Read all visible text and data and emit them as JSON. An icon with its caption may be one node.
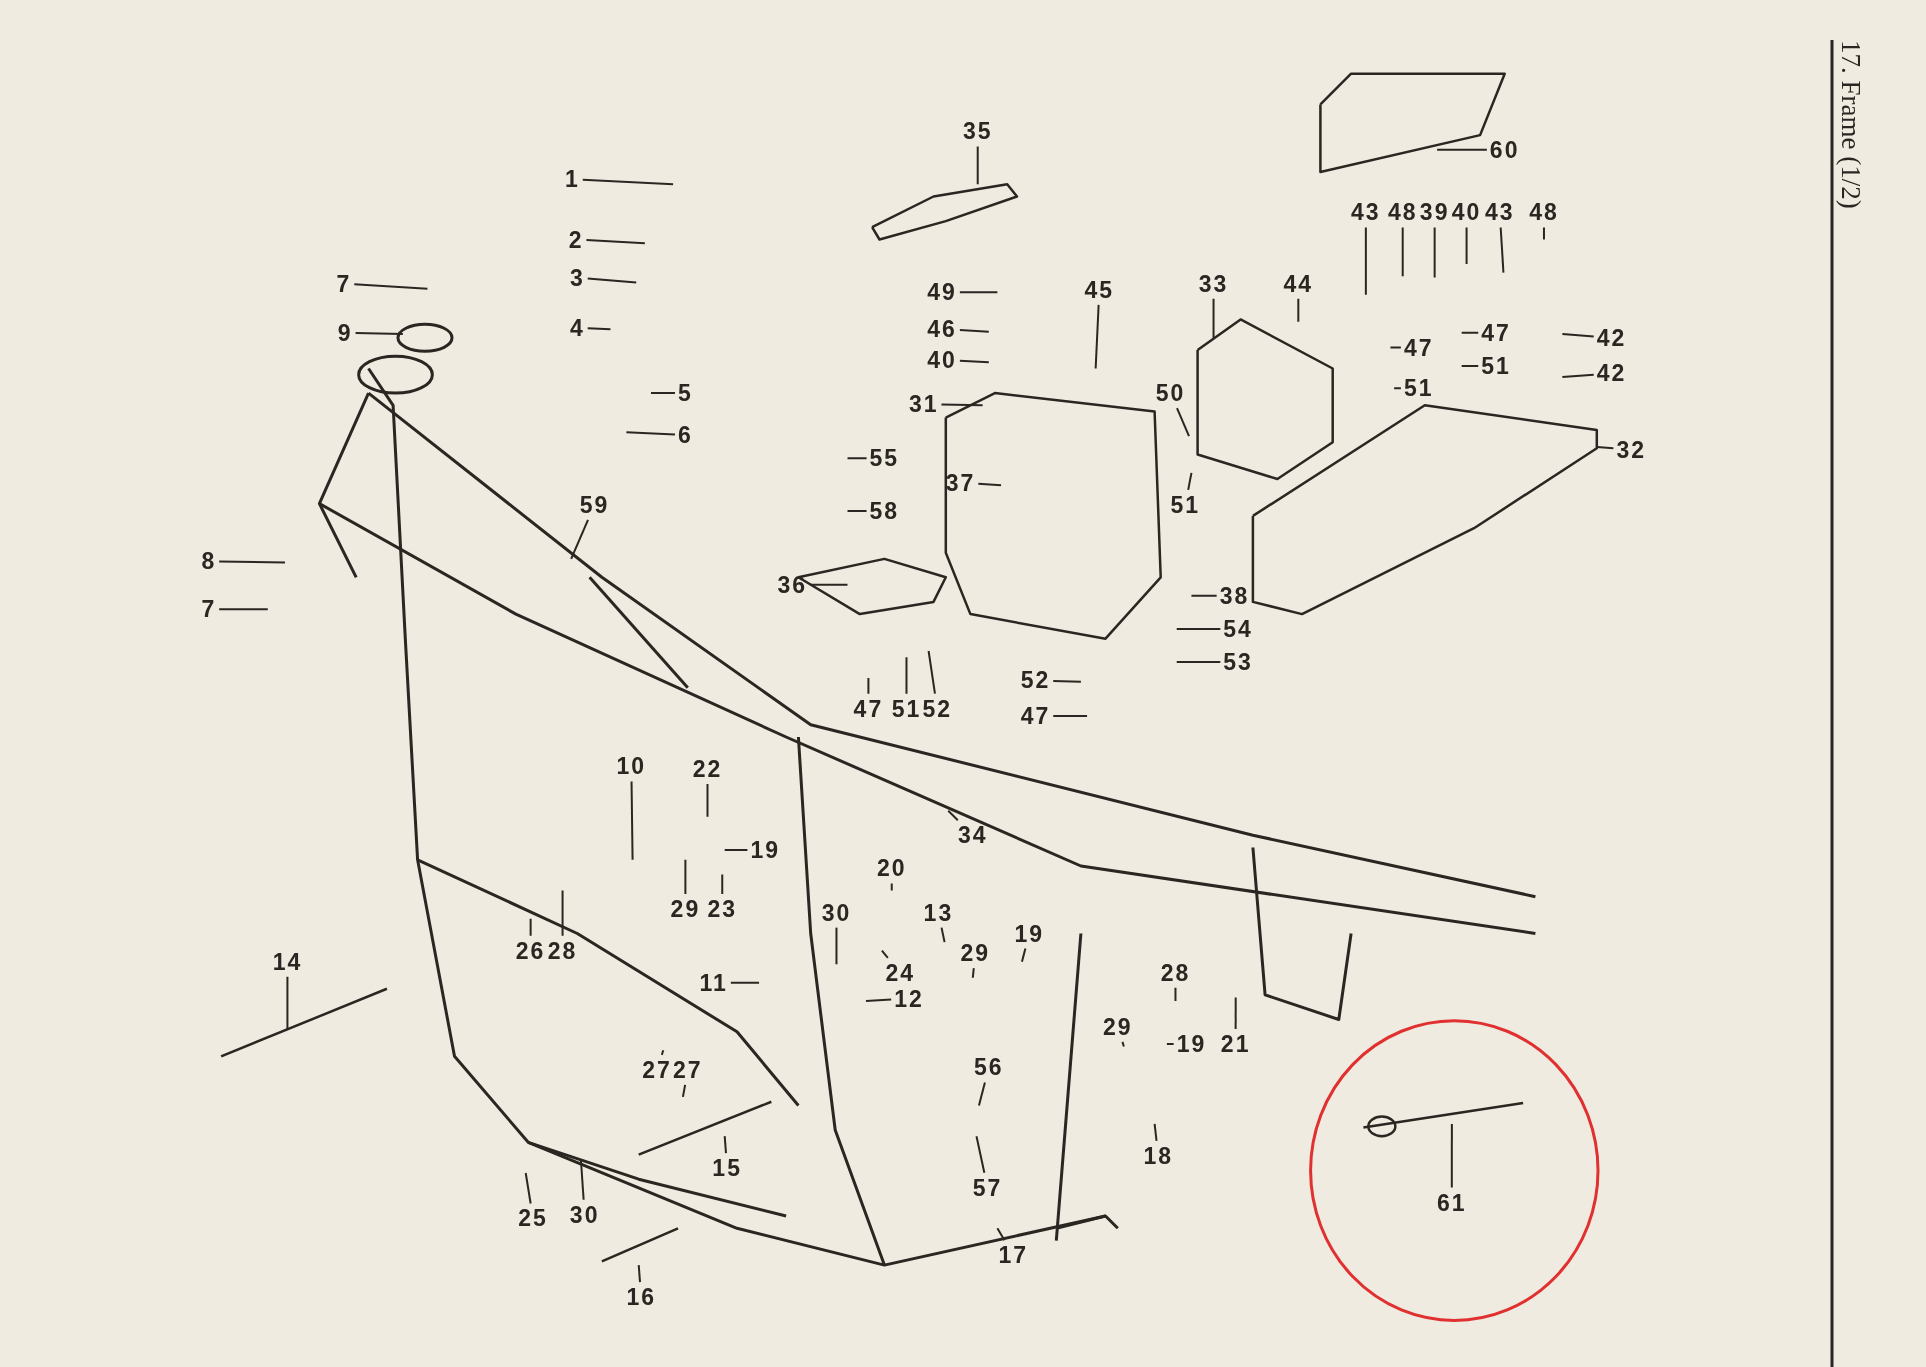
{
  "diagram": {
    "title": "17. Frame (1/2)",
    "nodes": [
      {
        "text": [
          "1"
        ]
      },
      {
        "text": [
          "2"
        ]
      },
      {
        "text": [
          "3"
        ]
      },
      {
        "text": [
          "4"
        ]
      },
      {
        "text": [
          "5"
        ]
      },
      {
        "text": [
          "6"
        ]
      },
      {
        "text": [
          "7"
        ]
      },
      {
        "text": [
          "9"
        ]
      },
      {
        "text": [
          "59"
        ]
      },
      {
        "text": [
          "8"
        ]
      },
      {
        "text": [
          "7"
        ]
      },
      {
        "text": [
          "35"
        ]
      },
      {
        "text": [
          "49"
        ]
      },
      {
        "text": [
          "46"
        ]
      },
      {
        "text": [
          "40"
        ]
      },
      {
        "text": [
          "45"
        ]
      },
      {
        "text": [
          "33"
        ]
      },
      {
        "text": [
          "31"
        ]
      },
      {
        "text": [
          "55"
        ]
      },
      {
        "text": [
          "58"
        ]
      },
      {
        "text": [
          "37"
        ]
      },
      {
        "text": [
          "36"
        ]
      },
      {
        "text": [
          "50"
        ]
      },
      {
        "text": [
          "51"
        ]
      },
      {
        "text": [
          "44"
        ]
      },
      {
        "text": [
          "43"
        ]
      },
      {
        "text": [
          "48"
        ]
      },
      {
        "text": [
          "39"
        ]
      },
      {
        "text": [
          "40"
        ]
      },
      {
        "text": [
          "43"
        ]
      },
      {
        "text": [
          "48"
        ]
      },
      {
        "text": [
          "47"
        ]
      },
      {
        "text": [
          "51"
        ]
      },
      {
        "text": [
          "47"
        ]
      },
      {
        "text": [
          "51"
        ]
      },
      {
        "text": [
          "42"
        ]
      },
      {
        "text": [
          "42"
        ]
      },
      {
        "text": [
          "32"
        ]
      },
      {
        "text": [
          "60"
        ]
      },
      {
        "text": [
          "38"
        ]
      },
      {
        "text": [
          "54"
        ]
      },
      {
        "text": [
          "53"
        ]
      },
      {
        "text": [
          "52"
        ]
      },
      {
        "text": [
          "47"
        ]
      },
      {
        "text": [
          "47"
        ]
      },
      {
        "text": [
          "51"
        ]
      },
      {
        "text": [
          "52"
        ]
      },
      {
        "text": [
          "10"
        ]
      },
      {
        "text": [
          "22"
        ]
      },
      {
        "text": [
          "19"
        ]
      },
      {
        "text": [
          "26"
        ]
      },
      {
        "text": [
          "28"
        ]
      },
      {
        "text": [
          "29"
        ]
      },
      {
        "text": [
          "23"
        ]
      },
      {
        "text": [
          "34"
        ]
      },
      {
        "text": [
          "20"
        ]
      },
      {
        "text": [
          "30"
        ]
      },
      {
        "text": [
          "13"
        ]
      },
      {
        "text": [
          "24"
        ]
      },
      {
        "text": [
          "29"
        ]
      },
      {
        "text": [
          "19"
        ]
      },
      {
        "text": [
          "11"
        ]
      },
      {
        "text": [
          "12"
        ]
      },
      {
        "text": [
          "28"
        ]
      },
      {
        "text": [
          "29"
        ]
      },
      {
        "text": [
          "19"
        ]
      },
      {
        "text": [
          "21"
        ]
      },
      {
        "text": [
          "14"
        ]
      },
      {
        "text": [
          "27"
        ]
      },
      {
        "text": [
          "27"
        ]
      },
      {
        "text": [
          "56"
        ]
      },
      {
        "text": [
          "18"
        ]
      },
      {
        "text": [
          "57"
        ]
      },
      {
        "text": [
          "17"
        ]
      },
      {
        "text": [
          "15"
        ]
      },
      {
        "text": [
          "25"
        ]
      },
      {
        "text": [
          "30"
        ]
      },
      {
        "text": [
          "16"
        ]
      },
      {
        "text": [
          "61"
        ]
      }
    ],
    "edges": [
      {
        "from": 0,
        "to": null,
        "arrow": "none"
      },
      {
        "from": 1,
        "to": null,
        "arrow": "none"
      },
      {
        "from": 2,
        "to": null,
        "arrow": "none"
      },
      {
        "from": 3,
        "to": null,
        "arrow": "none"
      },
      {
        "from": 4,
        "to": null,
        "arrow": "none"
      },
      {
        "from": 5,
        "to": null,
        "arrow": "none"
      },
      {
        "from": 6,
        "to": null,
        "arrow": "none"
      },
      {
        "from": 7,
        "to": null,
        "arrow": "none"
      },
      {
        "from": 8,
        "to": null,
        "arrow": "none"
      },
      {
        "from": 9,
        "to": null,
        "arrow": "none"
      },
      {
        "from": 10,
        "to": null,
        "arrow": "none"
      },
      {
        "from": 11,
        "to": null,
        "arrow": "none"
      },
      {
        "from": 12,
        "to": null,
        "arrow": "none"
      },
      {
        "from": 13,
        "to": null,
        "arrow": "none"
      },
      {
        "from": 14,
        "to": null,
        "arrow": "none"
      },
      {
        "from": 15,
        "to": null,
        "arrow": "none"
      },
      {
        "from": 16,
        "to": null,
        "arrow": "none"
      },
      {
        "from": 17,
        "to": null,
        "arrow": "none"
      },
      {
        "from": 18,
        "to": null,
        "arrow": "none"
      },
      {
        "from": 19,
        "to": null,
        "arrow": "none"
      },
      {
        "from": 20,
        "to": null,
        "arrow": "none"
      },
      {
        "from": 21,
        "to": null,
        "arrow": "none"
      },
      {
        "from": 22,
        "to": null,
        "arrow": "none"
      },
      {
        "from": 23,
        "to": null,
        "arrow": "none"
      },
      {
        "from": 24,
        "to": null,
        "arrow": "none"
      },
      {
        "from": 25,
        "to": null,
        "arrow": "none"
      },
      {
        "from": 26,
        "to": null,
        "arrow": "none"
      },
      {
        "from": 27,
        "to": null,
        "arrow": "none"
      },
      {
        "from": 28,
        "to": null,
        "arrow": "none"
      },
      {
        "from": 29,
        "to": null,
        "arrow": "none"
      },
      {
        "from": 30,
        "to": null,
        "arrow": "none"
      },
      {
        "from": 31,
        "to": null,
        "arrow": "none"
      },
      {
        "from": 32,
        "to": null,
        "arrow": "none"
      },
      {
        "from": 33,
        "to": null,
        "arrow": "none"
      },
      {
        "from": 34,
        "to": null,
        "arrow": "none"
      },
      {
        "from": 35,
        "to": null,
        "arrow": "none"
      },
      {
        "from": 36,
        "to": null,
        "arrow": "none"
      },
      {
        "from": 37,
        "to": null,
        "arrow": "none"
      },
      {
        "from": 38,
        "to": null,
        "arrow": "none"
      },
      {
        "from": 39,
        "to": null,
        "arrow": "none"
      },
      {
        "from": 40,
        "to": null,
        "arrow": "none"
      },
      {
        "from": 41,
        "to": null,
        "arrow": "none"
      },
      {
        "from": 42,
        "to": null,
        "arrow": "none"
      },
      {
        "from": 43,
        "to": null,
        "arrow": "none"
      },
      {
        "from": 44,
        "to": null,
        "arrow": "none"
      },
      {
        "from": 45,
        "to": null,
        "arrow": "none"
      },
      {
        "from": 46,
        "to": null,
        "arrow": "none"
      },
      {
        "from": 47,
        "to": null,
        "arrow": "none"
      },
      {
        "from": 48,
        "to": null,
        "arrow": "none"
      },
      {
        "from": 49,
        "to": null,
        "arrow": "none"
      },
      {
        "from": 50,
        "to": null,
        "arrow": "none"
      },
      {
        "from": 51,
        "to": null,
        "arrow": "none"
      },
      {
        "from": 52,
        "to": null,
        "arrow": "none"
      },
      {
        "from": 53,
        "to": null,
        "arrow": "none"
      },
      {
        "from": 54,
        "to": null,
        "arrow": "none"
      },
      {
        "from": 55,
        "to": null,
        "arrow": "none"
      },
      {
        "from": 56,
        "to": null,
        "arrow": "none"
      },
      {
        "from": 57,
        "to": null,
        "arrow": "none"
      },
      {
        "from": 58,
        "to": null,
        "arrow": "none"
      },
      {
        "from": 59,
        "to": null,
        "arrow": "none"
      },
      {
        "from": 60,
        "to": null,
        "arrow": "none"
      },
      {
        "from": 61,
        "to": null,
        "arrow": "none"
      },
      {
        "from": 62,
        "to": null,
        "arrow": "none"
      },
      {
        "from": 63,
        "to": null,
        "arrow": "none"
      },
      {
        "from": 64,
        "to": null,
        "arrow": "none"
      },
      {
        "from": 65,
        "to": null,
        "arrow": "none"
      },
      {
        "from": 66,
        "to": null,
        "arrow": "none"
      },
      {
        "from": 67,
        "to": null,
        "arrow": "none"
      },
      {
        "from": 68,
        "to": null,
        "arrow": "none"
      },
      {
        "from": 69,
        "to": null,
        "arrow": "none"
      },
      {
        "from": 70,
        "to": null,
        "arrow": "none"
      },
      {
        "from": 71,
        "to": null,
        "arrow": "none"
      },
      {
        "from": 72,
        "to": null,
        "arrow": "none"
      },
      {
        "from": 73,
        "to": null,
        "arrow": "none"
      },
      {
        "from": 74,
        "to": null,
        "arrow": "none"
      },
      {
        "from": 75,
        "to": null,
        "arrow": "none"
      },
      {
        "from": 76,
        "to": null,
        "arrow": "none"
      },
      {
        "from": 77,
        "to": null,
        "arrow": "none"
      },
      {
        "from": 78,
        "to": null,
        "arrow": "none"
      }
    ]
  }
}
